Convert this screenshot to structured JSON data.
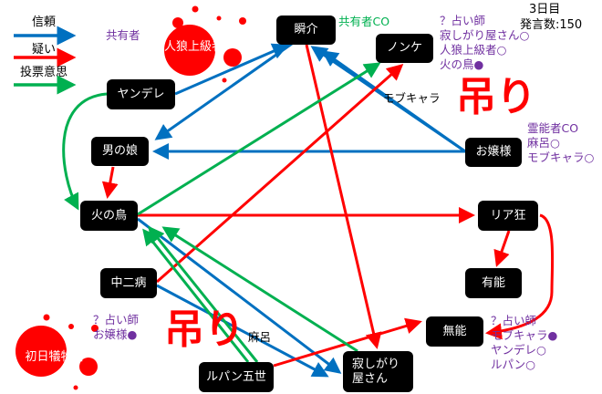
{
  "colors": {
    "trust": "#0070c0",
    "doubt": "#ff0000",
    "vote": "#00b050",
    "note": "#7030a0"
  },
  "legend": {
    "trust": "信頼",
    "doubt": "疑い",
    "vote": "投票意思"
  },
  "status": {
    "day": "3日目",
    "posts": "発言数:150"
  },
  "nodes": {
    "jinro": "人狼上級者",
    "shunsuke": "瞬介",
    "nonke": "ノンケ",
    "yandere": "ヤンデレ",
    "otokonoko": "男の娘",
    "ojousama": "お嬢様",
    "hinotori": "火の鳥",
    "riakyou": "リア狂",
    "chuunibyou": "中二病",
    "yuunou": "有能",
    "munou": "無能",
    "shonichi": "初日犠牲者",
    "lupin": "ルパン五世",
    "sabishigari1": "寂しがり",
    "sabishigari2": "屋さん"
  },
  "annotations": {
    "kyouyuu": "共有者",
    "kyouyuu_co": "共有者CO",
    "seer1": [
      "？占い師",
      "寂しがり屋さん○",
      "人狼上級者○",
      "火の鳥●"
    ],
    "mobukyara": "モブキャラ",
    "hang1": "吊り",
    "medium": [
      "霊能者CO",
      "麻呂○",
      "モブキャラ○"
    ],
    "seer2": [
      "？占い師",
      "お嬢様●"
    ],
    "maro": "麻呂",
    "hang2": "吊り",
    "seer3": [
      "？占い師",
      "モブキャラ●",
      "ヤンデレ○",
      "ルパン○"
    ]
  }
}
